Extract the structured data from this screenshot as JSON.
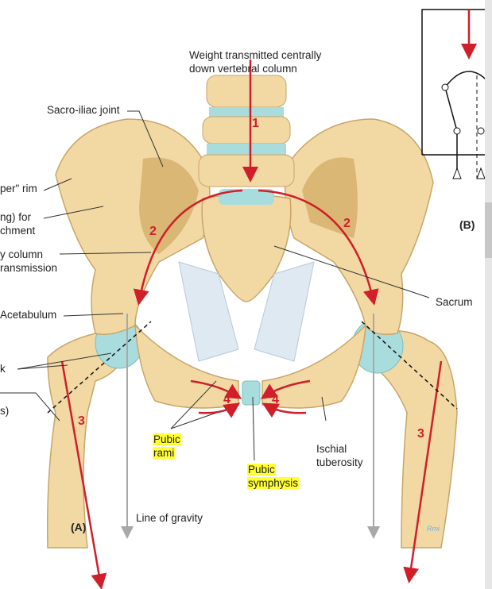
{
  "labels": {
    "weight_line1": "Weight transmitted centrally",
    "weight_line2": "down vertebral column",
    "sacroiliac": "Sacro-iliac joint",
    "rim": "per\" rim",
    "for_line1": "ng) for",
    "for_line2": "chment",
    "column_line1": "y column",
    "column_line2": "ransmission",
    "acetabulum": "Acetabulum",
    "k_partial": "k",
    "s_partial": "s)",
    "sacrum": "Sacrum",
    "pubic_rami_line1": "Pubic",
    "pubic_rami_line2": "rami",
    "pubic_symphysis_line1": "Pubic",
    "pubic_symphysis_line2": "symphysis",
    "ischial_line1": "Ischial",
    "ischial_line2": "tuberosity",
    "line_of_gravity": "Line of gravity",
    "panel_a": "(A)",
    "panel_b": "(B)",
    "signature": "Rmi"
  },
  "numbers": {
    "n1": "1",
    "n2_left": "2",
    "n2_right": "2",
    "n3_left": "3",
    "n3_right": "3",
    "n4_left": "4",
    "n4_right": "4"
  },
  "colors": {
    "bone": "#f2d9a4",
    "bone_shadow": "#d9b575",
    "spongy": "#c89a50",
    "cartilage": "#a9dcdc",
    "ligament": "#dfe9f2",
    "arrow_red": "#d01f2a",
    "gravity_gray": "#a8a8a8",
    "highlight": "#ffff33"
  }
}
